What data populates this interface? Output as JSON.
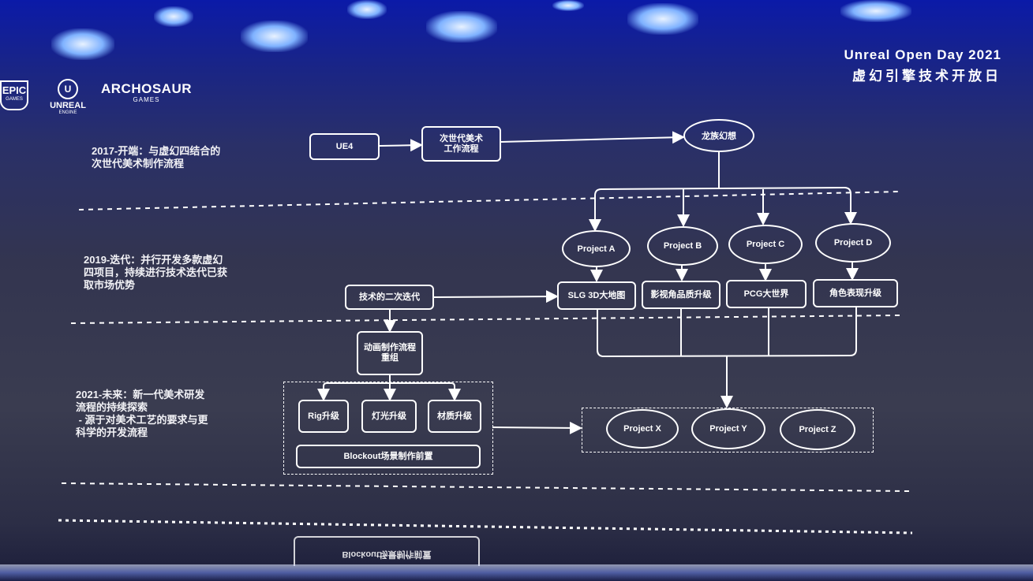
{
  "header": {
    "event_en": "Unreal Open Day 2021",
    "event_zh": "虚幻引擎技术开放日"
  },
  "logos": {
    "epic_main": "EPIC",
    "epic_sub": "GAMES",
    "unreal_mark": "U",
    "unreal_text": "UNREAL",
    "unreal_sub": "ENGINE",
    "archosaur_main": "ARCHOSAUR",
    "archosaur_sub": "GAMES"
  },
  "phases": [
    {
      "line1": "2017-开端：与虚幻四结合的",
      "line2": "次世代美术制作流程"
    },
    {
      "line1": "2019-迭代：并行开发多款虚幻",
      "line2": "四项目，持续进行技术迭代已获",
      "line3": "取市场优势"
    },
    {
      "line1": "2021-未来：新一代美术研发",
      "line2": "流程的持续探索",
      "line3": " - 源于对美术工艺的要求与更",
      "line4": "科学的开发流程"
    }
  ],
  "nodes": {
    "ue4": "UE4",
    "nextgen_l1": "次世代美术",
    "nextgen_l2": "工作流程",
    "dragon": "龙族幻想",
    "project_a": "Project A",
    "project_b": "Project B",
    "project_c": "Project C",
    "project_d": "Project D",
    "slg": "SLG 3D大地图",
    "film": "影视角品质升级",
    "pcg": "PCG大世界",
    "char": "角色表现升级",
    "tech2": "技术的二次迭代",
    "anim_l1": "动画制作流程",
    "anim_l2": "重组",
    "rig": "Rig升级",
    "light": "灯光升级",
    "material": "材质升级",
    "blockout": "Blockout场景制作前置",
    "project_x": "Project X",
    "project_y": "Project Y",
    "project_z": "Project Z",
    "mirror_text": "Blockout场景制作前置"
  }
}
